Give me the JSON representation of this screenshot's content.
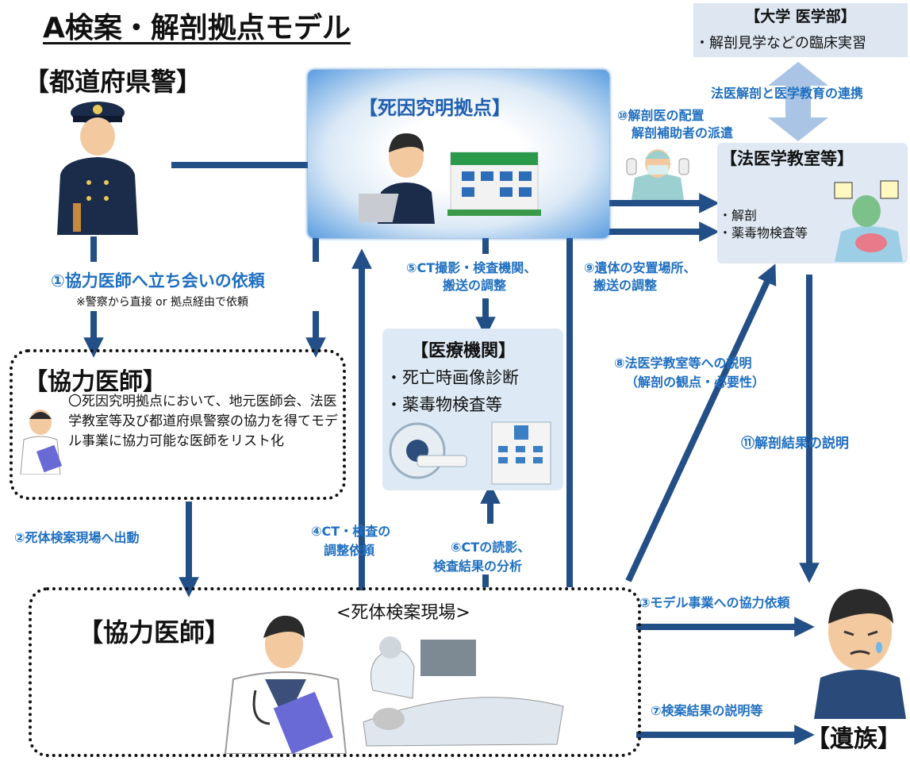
{
  "title": "A検案・解剖拠点モデル",
  "police": {
    "label": "【都道府県警】"
  },
  "hub": {
    "label": "【死因究明拠点】"
  },
  "university": {
    "label": "【大学 医学部】",
    "item": "・解剖見学などの臨床実習"
  },
  "univ_link": "法医解剖と医学教育の連携",
  "lab": {
    "label": "【法医学教室等】",
    "items": [
      "・解剖",
      "・薬毒物検査等"
    ]
  },
  "medical": {
    "label": "【医療機関】",
    "items": [
      "・死亡時画像診断",
      "・薬毒物検査等"
    ]
  },
  "coop_list": {
    "label": "【協力医師】",
    "text": "〇死因究明拠点において、地元医師会、法医学教室等及び都道府県警察の協力を得てモデル事業に協力可能な医師をリスト化"
  },
  "scene": {
    "label": "【協力医師】",
    "place": "<死体検案現場>"
  },
  "family": {
    "label": "【遺族】"
  },
  "steps": {
    "s1": "①協力医師へ立ち会いの依頼",
    "s1_note": "※警察から直接 or 拠点経由で依頼",
    "s2": "②死体検案現場へ出動",
    "s3": "③モデル事業への協力依頼",
    "s4a": "④CT・検査の",
    "s4b": "調整依頼",
    "s5a": "⑤CT撮影・検査機関、",
    "s5b": "搬送の調整",
    "s6a": "⑥CTの読影、",
    "s6b": "検査結果の分析",
    "s7": "⑦検案結果の説明等",
    "s8a": "⑧法医学教室等への説明",
    "s8b": "（解剖の観点・必要性）",
    "s9a": "⑨遺体の安置場所、",
    "s9b": "搬送の調整",
    "s10a": "⑩解剖医の配置",
    "s10b": "解剖補助者の派遣",
    "s11": "⑪解剖結果の説明"
  },
  "colors": {
    "arrow": "#234f87",
    "label_blue": "#1f6fc0",
    "hub_edge": "#2b6fbd",
    "link_arrow": "#a9c4e4"
  }
}
